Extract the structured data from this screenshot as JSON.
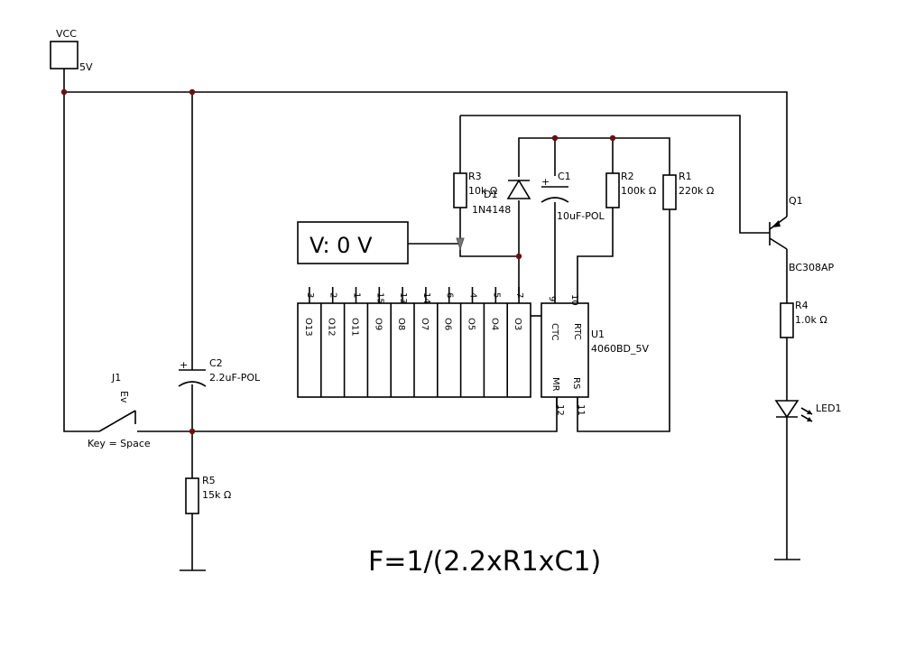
{
  "power": {
    "label": "VCC",
    "value": "5V"
  },
  "components": {
    "R1": {
      "ref": "R1",
      "value": "220k Ω"
    },
    "R2": {
      "ref": "R2",
      "value": "100k Ω"
    },
    "R3": {
      "ref": "R3",
      "value": "10k Ω"
    },
    "R4": {
      "ref": "R4",
      "value": "1.0k Ω"
    },
    "R5": {
      "ref": "R5",
      "value": "15k Ω"
    },
    "C1": {
      "ref": "C1",
      "value": "10uF-POL"
    },
    "C2": {
      "ref": "C2",
      "value": "2.2uF-POL"
    },
    "D1": {
      "ref": "D1",
      "value": "1N4148"
    },
    "Q1": {
      "ref": "Q1",
      "value": "BC308AP"
    },
    "LED1": {
      "ref": "LED1"
    },
    "J1": {
      "ref": "J1",
      "key": "Key = Space"
    },
    "U1": {
      "ref": "U1",
      "value": "4060BD_5V"
    }
  },
  "ic": {
    "outputs": [
      {
        "name": "O13",
        "pin": "3"
      },
      {
        "name": "O12",
        "pin": "2"
      },
      {
        "name": "O11",
        "pin": "1"
      },
      {
        "name": "O9",
        "pin": "15"
      },
      {
        "name": "O8",
        "pin": "13"
      },
      {
        "name": "O7",
        "pin": "14"
      },
      {
        "name": "O6",
        "pin": "6"
      },
      {
        "name": "O5",
        "pin": "4"
      },
      {
        "name": "O4",
        "pin": "5"
      },
      {
        "name": "O3",
        "pin": "7"
      }
    ],
    "ctc": {
      "name": "CTC",
      "pin": "9"
    },
    "rtc": {
      "name": "RTC",
      "pin": "10"
    },
    "mr": {
      "name": "MR",
      "pin": "12"
    },
    "rs": {
      "name": "RS",
      "pin": "11"
    }
  },
  "voltmeter": {
    "reading": "V: 0 V"
  },
  "formula": "F=1/(2.2xR1xC1)"
}
